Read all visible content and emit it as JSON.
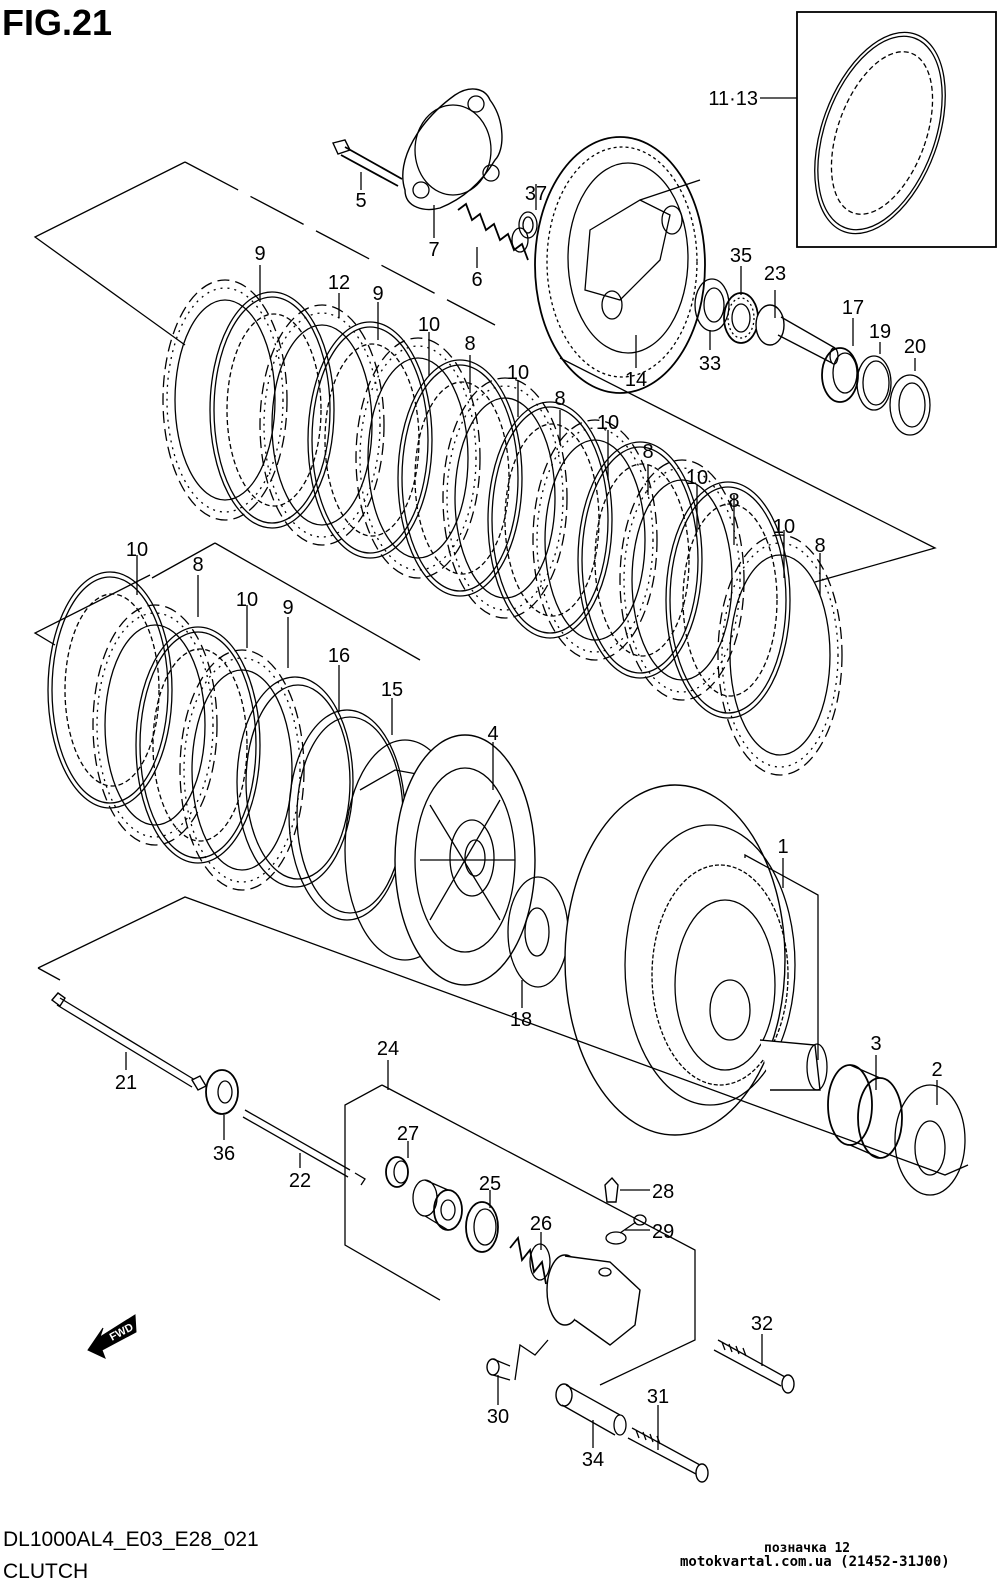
{
  "figure": {
    "title": "FIG.21",
    "model_code": "DL1000AL4_E03_E28_021",
    "section_name": "CLUTCH"
  },
  "watermark": {
    "line1": "позначка 12",
    "line2": "motokvartal.com.ua (21452-31J00)"
  },
  "direction_indicator": {
    "label": "FWD",
    "icon": "forward-arrow-icon"
  },
  "inset": {
    "label": "11·13",
    "part": "clutch-plate-variant"
  },
  "callouts": [
    {
      "id": "c5",
      "label": "5",
      "part": "bolt"
    },
    {
      "id": "c7",
      "label": "7",
      "part": "lifter-plate"
    },
    {
      "id": "c37",
      "label": "37",
      "part": "washer"
    },
    {
      "id": "c6",
      "label": "6",
      "part": "spring"
    },
    {
      "id": "c35",
      "label": "35",
      "part": "bearing"
    },
    {
      "id": "c23",
      "label": "23",
      "part": "push-piece"
    },
    {
      "id": "c33",
      "label": "33",
      "part": "washer"
    },
    {
      "id": "c14",
      "label": "14",
      "part": "pressure-plate"
    },
    {
      "id": "c17",
      "label": "17",
      "part": "bearing"
    },
    {
      "id": "c19",
      "label": "19",
      "part": "washer"
    },
    {
      "id": "c20",
      "label": "20",
      "part": "washer"
    },
    {
      "id": "c9a",
      "label": "9",
      "part": "drive-plate"
    },
    {
      "id": "c12",
      "label": "12",
      "part": "driven-plate"
    },
    {
      "id": "c9b",
      "label": "9",
      "part": "drive-plate"
    },
    {
      "id": "c10a",
      "label": "10",
      "part": "driven-plate"
    },
    {
      "id": "c8a",
      "label": "8",
      "part": "drive-plate"
    },
    {
      "id": "c10b",
      "label": "10",
      "part": "driven-plate"
    },
    {
      "id": "c8b",
      "label": "8",
      "part": "drive-plate"
    },
    {
      "id": "c10c",
      "label": "10",
      "part": "driven-plate"
    },
    {
      "id": "c8c",
      "label": "8",
      "part": "drive-plate"
    },
    {
      "id": "c10d",
      "label": "10",
      "part": "driven-plate"
    },
    {
      "id": "c8d",
      "label": "8",
      "part": "drive-plate"
    },
    {
      "id": "c10e",
      "label": "10",
      "part": "driven-plate"
    },
    {
      "id": "c8e",
      "label": "8",
      "part": "drive-plate"
    },
    {
      "id": "c10f",
      "label": "10",
      "part": "driven-plate"
    },
    {
      "id": "c8f",
      "label": "8",
      "part": "drive-plate"
    },
    {
      "id": "c10g",
      "label": "10",
      "part": "driven-plate"
    },
    {
      "id": "c10h",
      "label": "10",
      "part": "driven-plate"
    },
    {
      "id": "c9c",
      "label": "9",
      "part": "drive-plate"
    },
    {
      "id": "c16",
      "label": "16",
      "part": "spring-washer-seat"
    },
    {
      "id": "c15",
      "label": "15",
      "part": "spring-washer"
    },
    {
      "id": "c4",
      "label": "4",
      "part": "clutch-sleeve-hub"
    },
    {
      "id": "c1",
      "label": "1",
      "part": "primary-driven-gear-assy"
    },
    {
      "id": "c18",
      "label": "18",
      "part": "thrust-washer"
    },
    {
      "id": "c3",
      "label": "3",
      "part": "needle-bearing"
    },
    {
      "id": "c2",
      "label": "2",
      "part": "thrust-washer"
    },
    {
      "id": "c21",
      "label": "21",
      "part": "push-rod"
    },
    {
      "id": "c36",
      "label": "36",
      "part": "oil-seal"
    },
    {
      "id": "c22",
      "label": "22",
      "part": "push-rod"
    },
    {
      "id": "c24",
      "label": "24",
      "part": "release-cylinder-assy"
    },
    {
      "id": "c27",
      "label": "27",
      "part": "seal"
    },
    {
      "id": "c25",
      "label": "25",
      "part": "seal"
    },
    {
      "id": "c26",
      "label": "26",
      "part": "spring"
    },
    {
      "id": "c28",
      "label": "28",
      "part": "bleeder"
    },
    {
      "id": "c29",
      "label": "29",
      "part": "cap"
    },
    {
      "id": "c32",
      "label": "32",
      "part": "bolt"
    },
    {
      "id": "c30",
      "label": "30",
      "part": "dowel-pin"
    },
    {
      "id": "c31",
      "label": "31",
      "part": "bolt"
    },
    {
      "id": "c34",
      "label": "34",
      "part": "pipe"
    }
  ]
}
